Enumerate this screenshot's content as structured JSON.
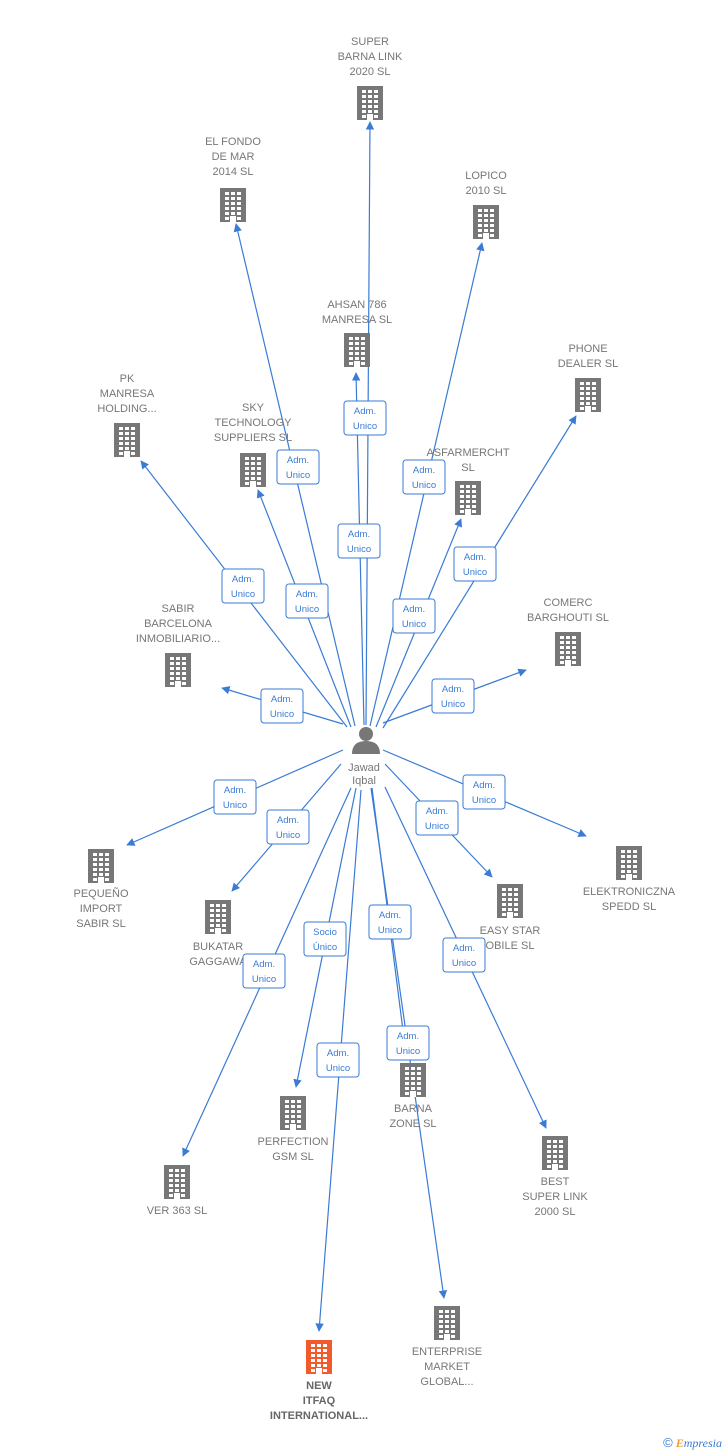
{
  "center": {
    "name": "center-person",
    "label_lines": [
      "Jawad",
      "Iqbal"
    ]
  },
  "companies": [
    {
      "id": "super-barna-link",
      "label_lines": [
        "SUPER",
        "BARNA LINK",
        "2020  SL"
      ],
      "highlight": false
    },
    {
      "id": "el-fondo-de-mar",
      "label_lines": [
        "EL FONDO",
        "DE MAR",
        "2014  SL"
      ],
      "highlight": false
    },
    {
      "id": "lopico",
      "label_lines": [
        "LOPICO",
        "2010 SL"
      ],
      "highlight": false
    },
    {
      "id": "ahsan-786",
      "label_lines": [
        "AHSAN 786",
        "MANRESA SL"
      ],
      "highlight": false
    },
    {
      "id": "phone-dealer",
      "label_lines": [
        "PHONE",
        "DEALER  SL"
      ],
      "highlight": false
    },
    {
      "id": "pk-manresa",
      "label_lines": [
        "PK",
        "MANRESA",
        "HOLDING..."
      ],
      "highlight": false
    },
    {
      "id": "sky-technology",
      "label_lines": [
        "SKY",
        "TECHNOLOGY",
        "SUPPLIERS  SL"
      ],
      "highlight": false
    },
    {
      "id": "asfarmercht",
      "label_lines": [
        "ASFARMERCHT",
        "SL"
      ],
      "highlight": false
    },
    {
      "id": "sabir-barcelona",
      "label_lines": [
        "SABIR",
        "BARCELONA",
        "INMOBILIARIO..."
      ],
      "highlight": false
    },
    {
      "id": "comerc-barghouti",
      "label_lines": [
        "COMERC",
        "BARGHOUTI SL"
      ],
      "highlight": false
    },
    {
      "id": "pequeno-import",
      "label_lines": [
        "PEQUEÑO",
        "IMPORT",
        "SABIR  SL"
      ],
      "highlight": false
    },
    {
      "id": "elektroniczna",
      "label_lines": [
        "ELEKTRONICZNA",
        "SPEDD  SL"
      ],
      "highlight": false
    },
    {
      "id": "bukatar",
      "label_lines": [
        "BUKATAR",
        "GAGGAWA"
      ],
      "highlight": false
    },
    {
      "id": "easy-star",
      "label_lines": [
        "EASY STAR",
        "OBILE  SL"
      ],
      "highlight": false
    },
    {
      "id": "barna-zone",
      "label_lines": [
        "BARNA",
        "ZONE SL"
      ],
      "highlight": false
    },
    {
      "id": "perfection-gsm",
      "label_lines": [
        "PERFECTION",
        "GSM SL"
      ],
      "highlight": false
    },
    {
      "id": "ver-363",
      "label_lines": [
        "VER 363 SL"
      ],
      "highlight": false
    },
    {
      "id": "best-super-link",
      "label_lines": [
        "BEST",
        "SUPER LINK",
        "2000  SL"
      ],
      "highlight": false
    },
    {
      "id": "enterprise-market",
      "label_lines": [
        "ENTERPRISE",
        "MARKET",
        "GLOBAL..."
      ],
      "highlight": false
    },
    {
      "id": "new-itfaq",
      "label_lines": [
        "NEW",
        "ITFAQ",
        "INTERNATIONAL..."
      ],
      "highlight": true
    }
  ],
  "relations": [
    {
      "target": "super-barna-link",
      "label_lines": [
        "Adm.",
        "Unico"
      ]
    },
    {
      "target": "el-fondo-de-mar",
      "label_lines": [
        "Adm.",
        "Unico"
      ]
    },
    {
      "target": "lopico",
      "label_lines": [
        "Adm.",
        "Unico"
      ]
    },
    {
      "target": "ahsan-786",
      "label_lines": [
        "Adm.",
        "Unico"
      ]
    },
    {
      "target": "phone-dealer",
      "label_lines": [
        "Adm.",
        "Unico"
      ]
    },
    {
      "target": "pk-manresa",
      "label_lines": [
        "Adm.",
        "Unico"
      ]
    },
    {
      "target": "sky-technology",
      "label_lines": [
        "Adm.",
        "Unico"
      ]
    },
    {
      "target": "asfarmercht",
      "label_lines": [
        "Adm.",
        "Unico"
      ]
    },
    {
      "target": "sabir-barcelona",
      "label_lines": [
        "Adm.",
        "Unico"
      ]
    },
    {
      "target": "comerc-barghouti",
      "label_lines": [
        "Adm.",
        "Unico"
      ]
    },
    {
      "target": "pequeno-import",
      "label_lines": [
        "Adm.",
        "Unico"
      ]
    },
    {
      "target": "elektroniczna",
      "label_lines": [
        "Adm.",
        "Unico"
      ]
    },
    {
      "target": "bukatar",
      "label_lines": [
        "Adm.",
        "Unico"
      ]
    },
    {
      "target": "easy-star",
      "label_lines": [
        "Adm.",
        "Unico"
      ]
    },
    {
      "target": "barna-zone",
      "label_lines": [
        "Adm.",
        "Unico"
      ]
    },
    {
      "target": "perfection-gsm",
      "label_lines": [
        "Socio",
        "Único"
      ]
    },
    {
      "target": "ver-363",
      "label_lines": [
        "Adm.",
        "Unico"
      ]
    },
    {
      "target": "best-super-link",
      "label_lines": [
        "Adm.",
        "Unico"
      ]
    },
    {
      "target": "enterprise-market",
      "label_lines": [
        "Adm.",
        "Unico"
      ]
    },
    {
      "target": "new-itfaq",
      "label_lines": [
        "Adm.",
        "Unico"
      ]
    }
  ],
  "colors": {
    "edge": "#3a7bd5",
    "building": "#777777",
    "building_highlight": "#f15a2b",
    "label": "#777777"
  },
  "brand": {
    "symbol": "©",
    "initial": "E",
    "rest": "mpresia"
  }
}
